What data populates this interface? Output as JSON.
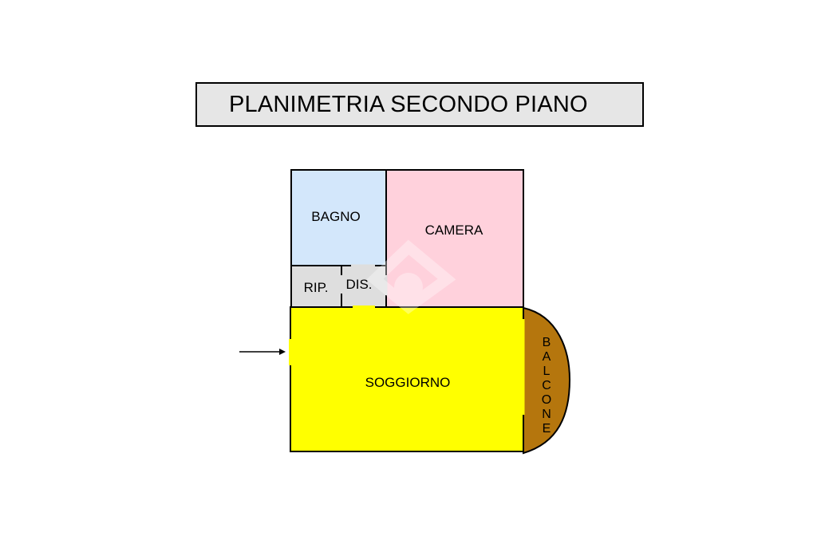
{
  "title": "PLANIMETRIA SECONDO PIANO",
  "rooms": {
    "bagno": {
      "label": "BAGNO",
      "color": "#d3e7fb"
    },
    "camera": {
      "label": "CAMERA",
      "color": "#ffd1dc"
    },
    "ripostiglio": {
      "label": "RIP.",
      "color": "#dedede"
    },
    "disimpegno": {
      "label": "DIS.",
      "color": "#dedede"
    },
    "soggiorno": {
      "label": "SOGGIORNO",
      "color": "#ffff00"
    },
    "balcone": {
      "label": "BALCONE",
      "letters": [
        "B",
        "A",
        "L",
        "C",
        "O",
        "N",
        "E"
      ],
      "color": "#b5760d"
    }
  },
  "colors": {
    "wall": "#000000",
    "title_background": "#e6e6e6"
  },
  "icons": {
    "entrance": "entrance-arrow-icon"
  }
}
